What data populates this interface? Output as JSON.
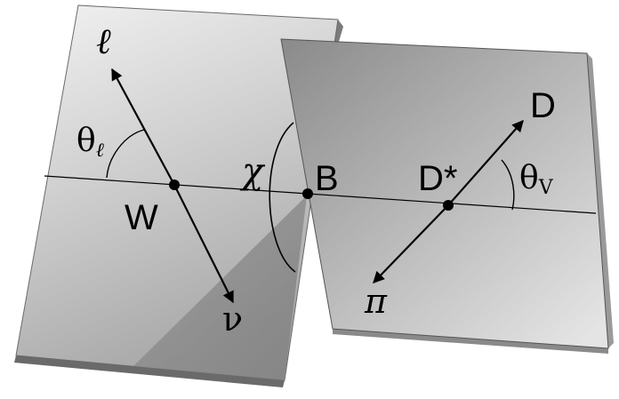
{
  "diagram": {
    "planes": [
      {
        "id": "left-plane",
        "points": [
          "W",
          "B"
        ]
      },
      {
        "id": "right-plane",
        "points": [
          "B",
          "D*"
        ]
      }
    ],
    "labels": {
      "lepton": "ℓ",
      "neutrino": "ν",
      "theta_l": "θ",
      "theta_l_sub": "ℓ",
      "W": "W",
      "chi": "χ",
      "B": "B",
      "D_star": "D*",
      "D": "D",
      "theta_v": "θ",
      "theta_v_sub": "V",
      "pion": "π"
    },
    "colors": {
      "plane_front_light": "#cfcfcf",
      "plane_front_dark": "#8e8e8e",
      "plane_edge": "#555555",
      "lines": "#000000"
    }
  }
}
